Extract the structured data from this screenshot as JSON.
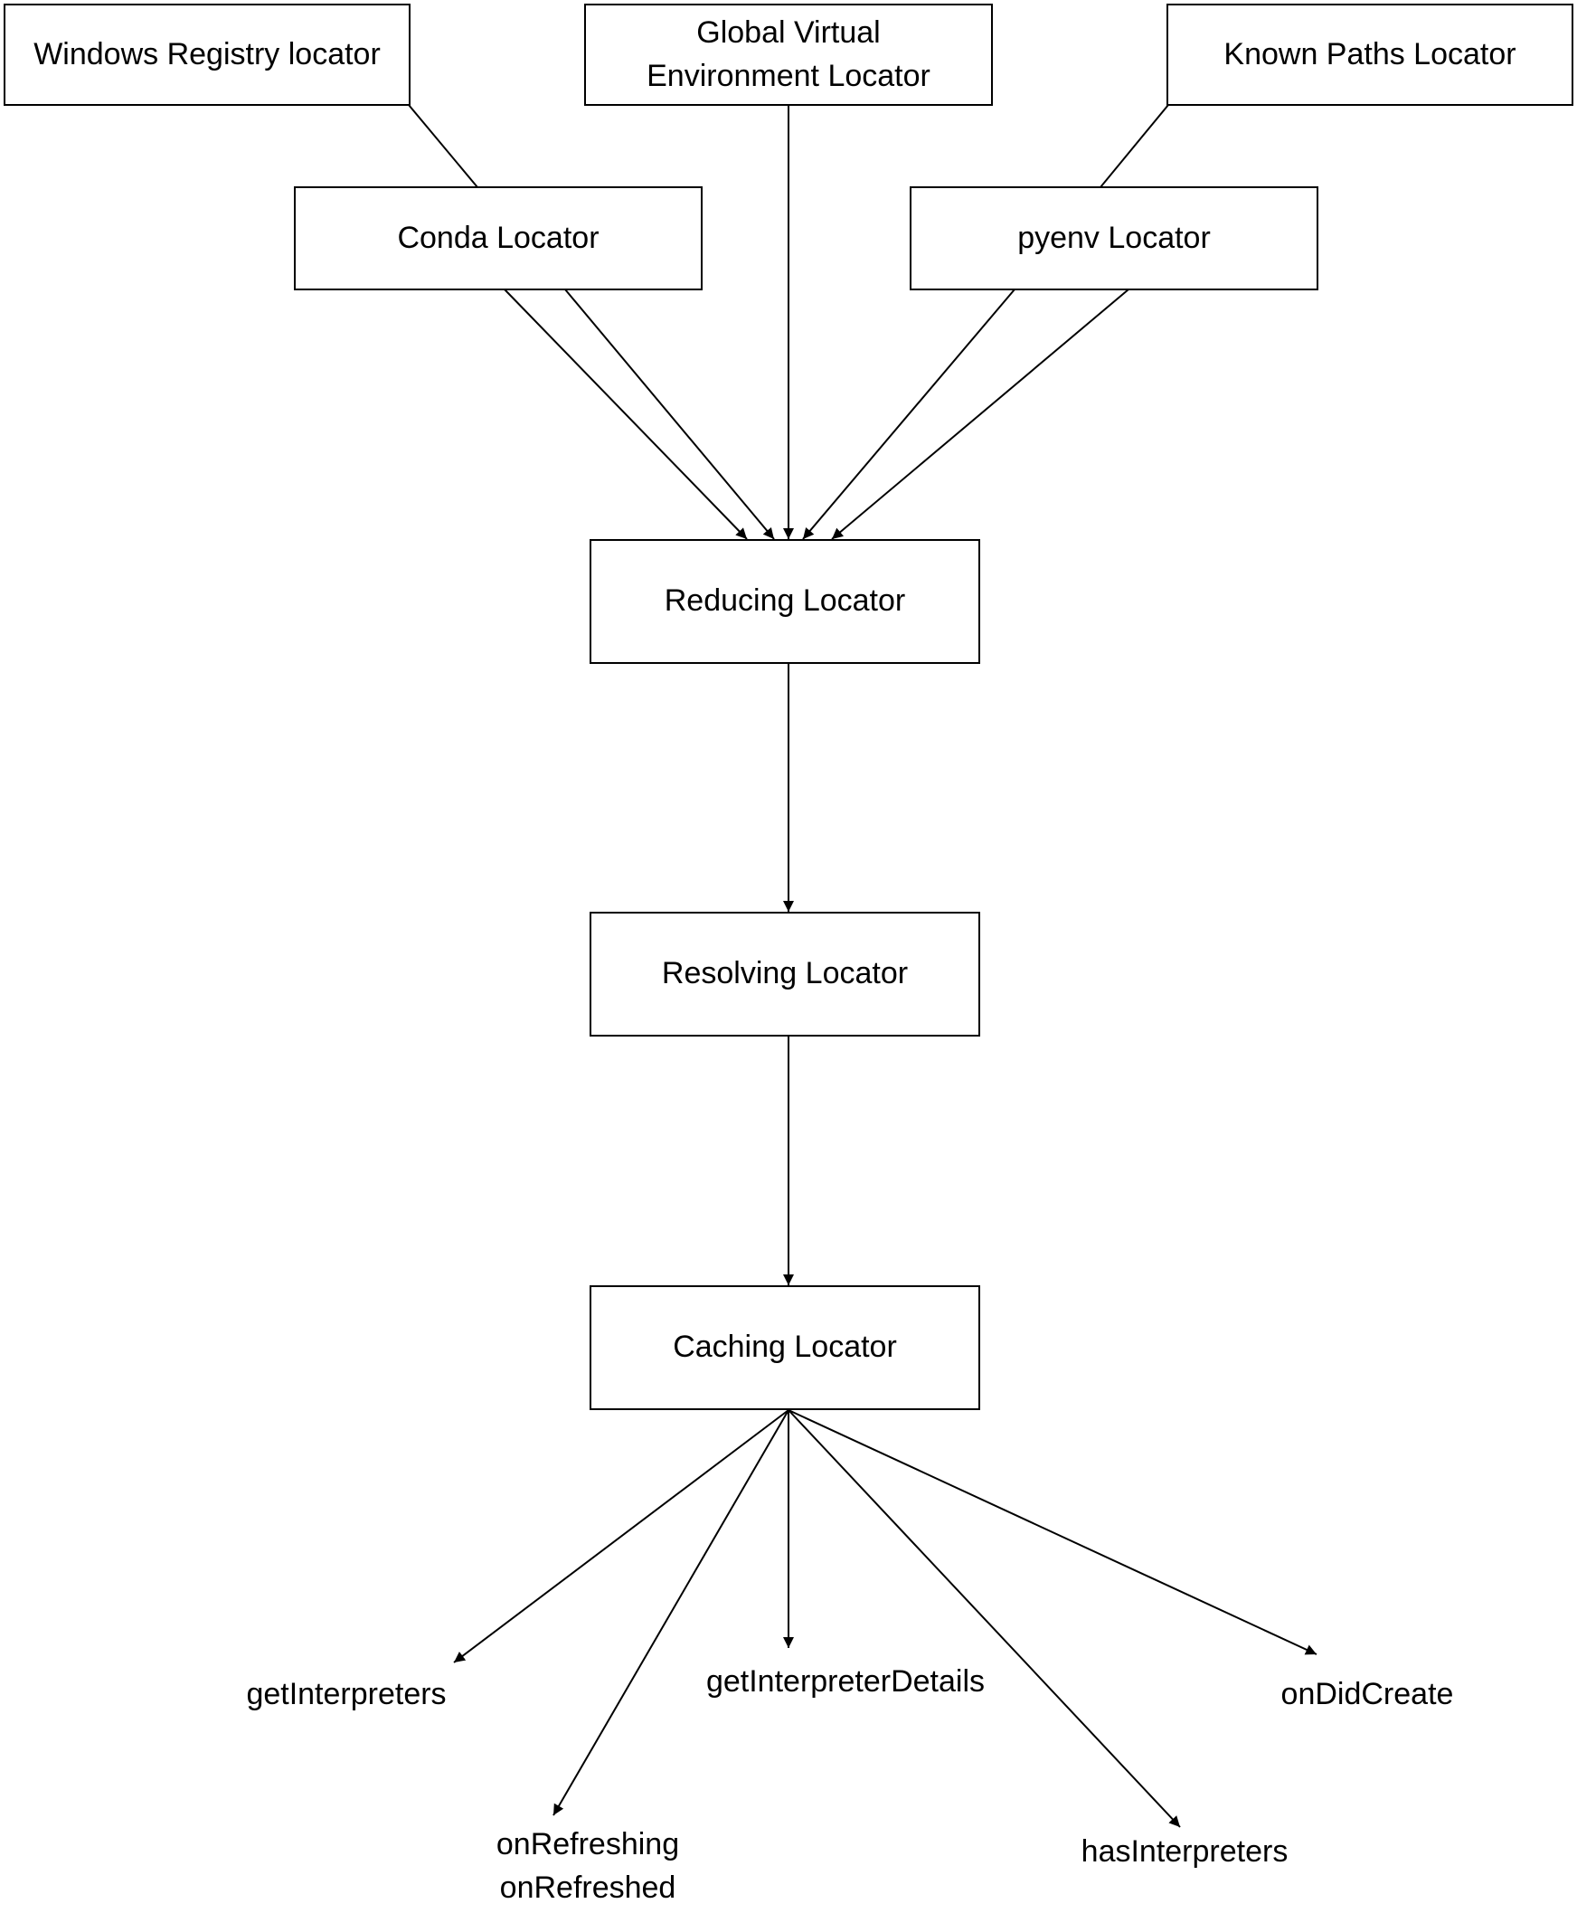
{
  "nodes": {
    "windows_registry": "Windows Registry locator",
    "global_venv_line1": "Global Virtual",
    "global_venv_line2": "Environment Locator",
    "known_paths": "Known Paths Locator",
    "conda": "Conda Locator",
    "pyenv": "pyenv Locator",
    "reducing": "Reducing Locator",
    "resolving": "Resolving Locator",
    "caching": "Caching Locator"
  },
  "outputs": {
    "get_interpreters": "getInterpreters",
    "get_interpreter_details": "getInterpreterDetails",
    "on_did_create": "onDidCreate",
    "on_refreshing": "onRefreshing",
    "on_refreshed": "onRefreshed",
    "has_interpreters": "hasInterpreters"
  },
  "colors": {
    "line": "#000000",
    "box_border": "#000000",
    "background": "#ffffff"
  }
}
